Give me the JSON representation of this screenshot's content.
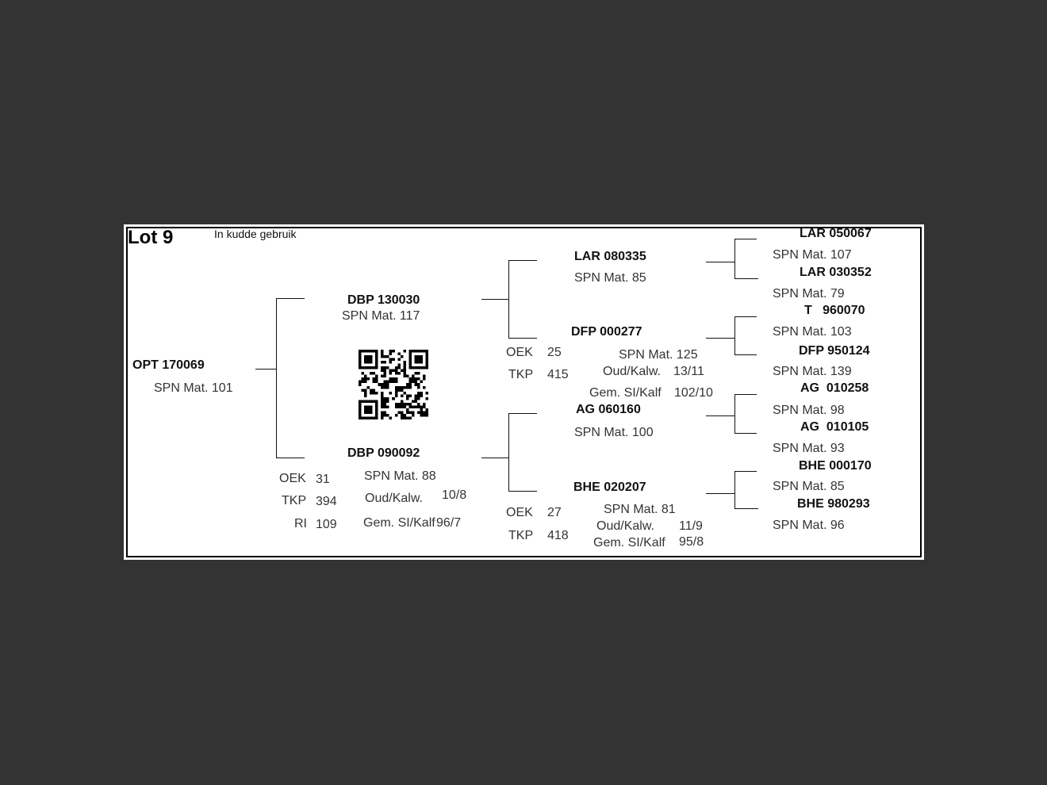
{
  "header": {
    "lot": "Lot 9",
    "status": "In kudde gebruik"
  },
  "subject": {
    "id": "OPT 170069",
    "spn": "SPN Mat. 101"
  },
  "sire": {
    "id": "DBP 130030",
    "spn": "SPN Mat. 117"
  },
  "dam": {
    "id": "DBP 090092",
    "spn": "SPN Mat. 88",
    "oek_label": "OEK",
    "oek": "31",
    "tkp_label": "TKP",
    "tkp": "394",
    "ri_label": "RI",
    "ri": "109",
    "oud_label": "Oud/Kalw.",
    "oud": "10/8",
    "gem_label": "Gem. SI/Kalf",
    "gem": "96/7"
  },
  "sire_sire": {
    "id": "LAR 080335",
    "spn": "SPN Mat. 85"
  },
  "sire_dam": {
    "id": "DFP 000277",
    "spn": "SPN Mat. 125",
    "oek_label": "OEK",
    "oek": "25",
    "tkp_label": "TKP",
    "tkp": "415",
    "oud_label": "Oud/Kalw.",
    "oud": "13/11",
    "gem_label": "Gem. SI/Kalf",
    "gem": "102/10"
  },
  "dam_sire": {
    "id": "AG  060160",
    "spn": "SPN Mat. 100"
  },
  "dam_dam": {
    "id": "BHE 020207",
    "spn": "SPN Mat. 81",
    "oek_label": "OEK",
    "oek": "27",
    "tkp_label": "TKP",
    "tkp": "418",
    "oud_label": "Oud/Kalw.",
    "oud": "11/9",
    "gem_label": "Gem. SI/Kalf",
    "gem": "95/8"
  },
  "gen3": [
    {
      "id": "LAR 050067",
      "spn": "SPN Mat. 107"
    },
    {
      "id": "LAR 030352",
      "spn": "SPN Mat. 79"
    },
    {
      "id": "T   960070",
      "spn": "SPN Mat. 103"
    },
    {
      "id": "DFP 950124",
      "spn": "SPN Mat. 139"
    },
    {
      "id": "AG  010258",
      "spn": "SPN Mat. 98"
    },
    {
      "id": "AG  010105",
      "spn": "SPN Mat. 93"
    },
    {
      "id": "BHE 000170",
      "spn": "SPN Mat. 85"
    },
    {
      "id": "BHE 980293",
      "spn": "SPN Mat. 96"
    }
  ],
  "qr": {
    "icon": "qr-code-icon"
  }
}
